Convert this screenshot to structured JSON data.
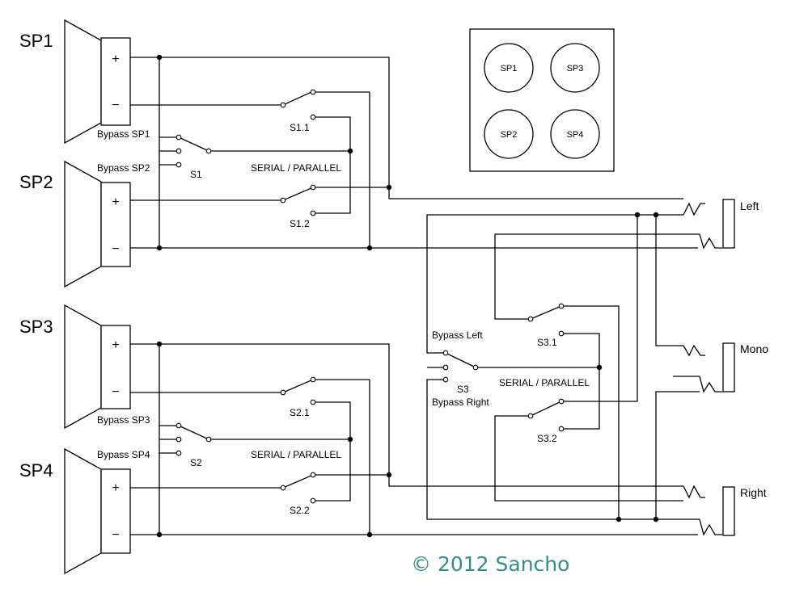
{
  "speakers": {
    "sp1": "SP1",
    "sp2": "SP2",
    "sp3": "SP3",
    "sp4": "SP4",
    "plus": "+",
    "minus": "−"
  },
  "switch_labels": {
    "bypass_sp1": "Bypass SP1",
    "bypass_sp2": "Bypass SP2",
    "bypass_sp3": "Bypass SP3",
    "bypass_sp4": "Bypass SP4",
    "s1": "S1",
    "s2": "S2",
    "s3": "S3",
    "s1_1": "S1.1",
    "s1_2": "S1.2",
    "s2_1": "S2.1",
    "s2_2": "S2.2",
    "s3_1": "S3.1",
    "s3_2": "S3.2",
    "serial_parallel": "SERIAL / PARALLEL",
    "bypass_left": "Bypass Left",
    "bypass_right": "Bypass Right"
  },
  "cabinet": {
    "sp1": "SP1",
    "sp2": "SP2",
    "sp3": "SP3",
    "sp4": "SP4"
  },
  "jacks": {
    "left": "Left",
    "mono": "Mono",
    "right": "Right"
  },
  "copyright": "© 2012 Sancho"
}
